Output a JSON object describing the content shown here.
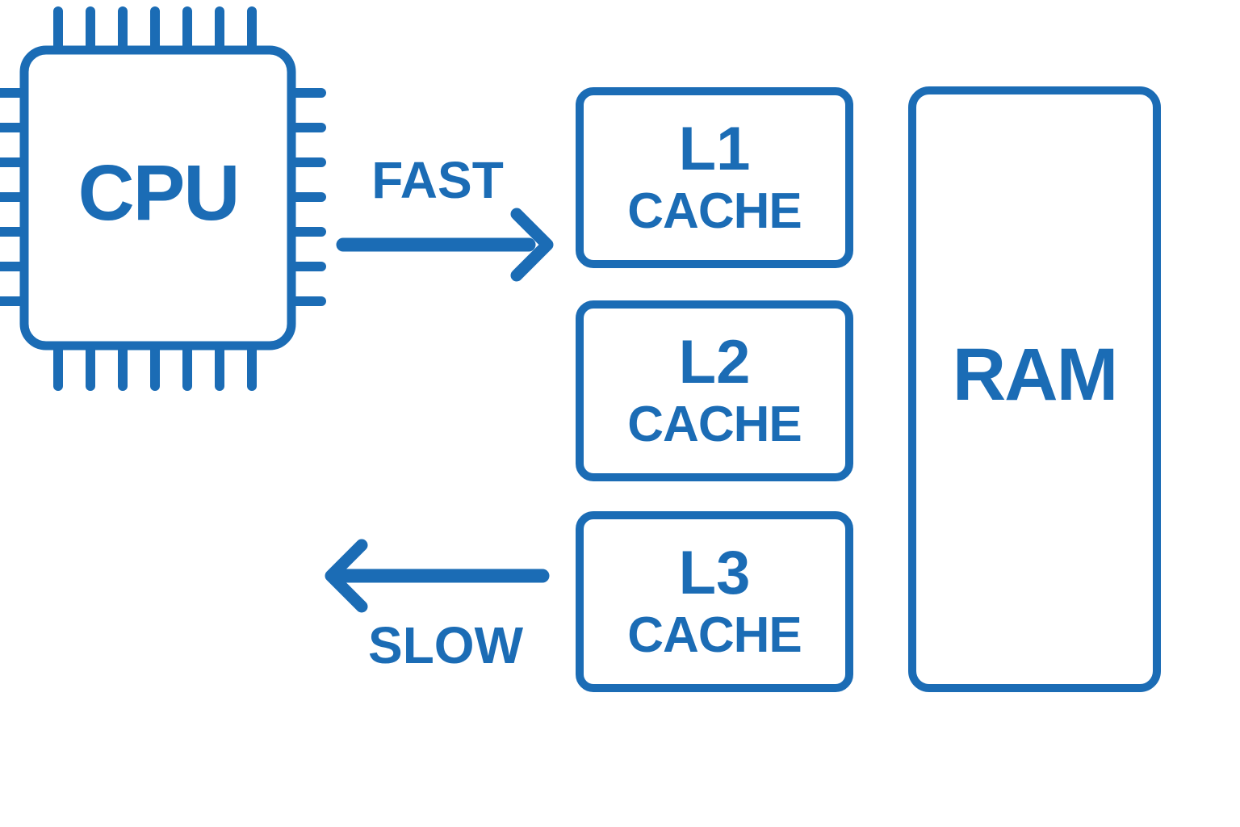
{
  "diagram": {
    "cpu": {
      "label": "CPU"
    },
    "ram": {
      "label": "RAM"
    },
    "caches": [
      {
        "line1": "L1",
        "line2": "CACHE"
      },
      {
        "line1": "L2",
        "line2": "CACHE"
      },
      {
        "line1": "L3",
        "line2": "CACHE"
      }
    ],
    "arrows": {
      "fast_label": "FAST",
      "slow_label": "SLOW"
    },
    "colors": {
      "accent": "#1b6cb5",
      "background": "#ffffff"
    }
  }
}
